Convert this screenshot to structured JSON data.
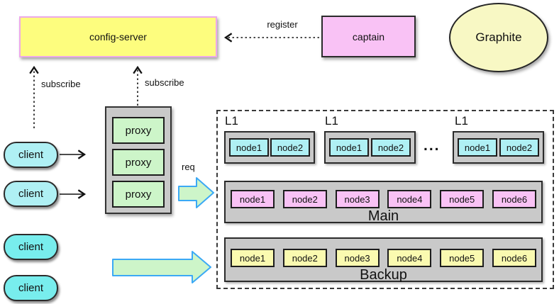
{
  "nodes": {
    "config_server": "config-server",
    "captain": "captain",
    "graphite": "Graphite"
  },
  "labels": {
    "register": "register",
    "subscribe_left": "subscribe",
    "subscribe_right": "subscribe",
    "req": "req",
    "ellipsis": "..."
  },
  "clients": {
    "items": [
      "client",
      "client",
      "client",
      "client"
    ]
  },
  "proxy_stack": {
    "items": [
      "proxy",
      "proxy",
      "proxy"
    ]
  },
  "cluster": {
    "l1_groups": [
      {
        "label": "L1",
        "nodes": [
          "node1",
          "node2"
        ]
      },
      {
        "label": "L1",
        "nodes": [
          "node1",
          "node2"
        ]
      },
      {
        "label": "L1",
        "nodes": [
          "node1",
          "node2"
        ]
      }
    ],
    "main": {
      "label": "Main",
      "nodes": [
        "node1",
        "node2",
        "node3",
        "node4",
        "node5",
        "node6"
      ]
    },
    "backup": {
      "label": "Backup",
      "nodes": [
        "node1",
        "node2",
        "node3",
        "node4",
        "node5",
        "node6"
      ]
    }
  },
  "colors": {
    "config_fill": "#FDFD7E",
    "config_border": "#EDA9E8",
    "pink_fill": "#F9C2F5",
    "pale_yellow_fill": "#F8F8C4",
    "backup_node_fill": "#FAFAB0",
    "cyan_fill": "#AFF0F4",
    "client_deep_fill": "#78EDED",
    "green_fill": "#CDF5C9",
    "arrow_border": "#3BA9F5",
    "gray_fill": "#C9C9C9"
  }
}
